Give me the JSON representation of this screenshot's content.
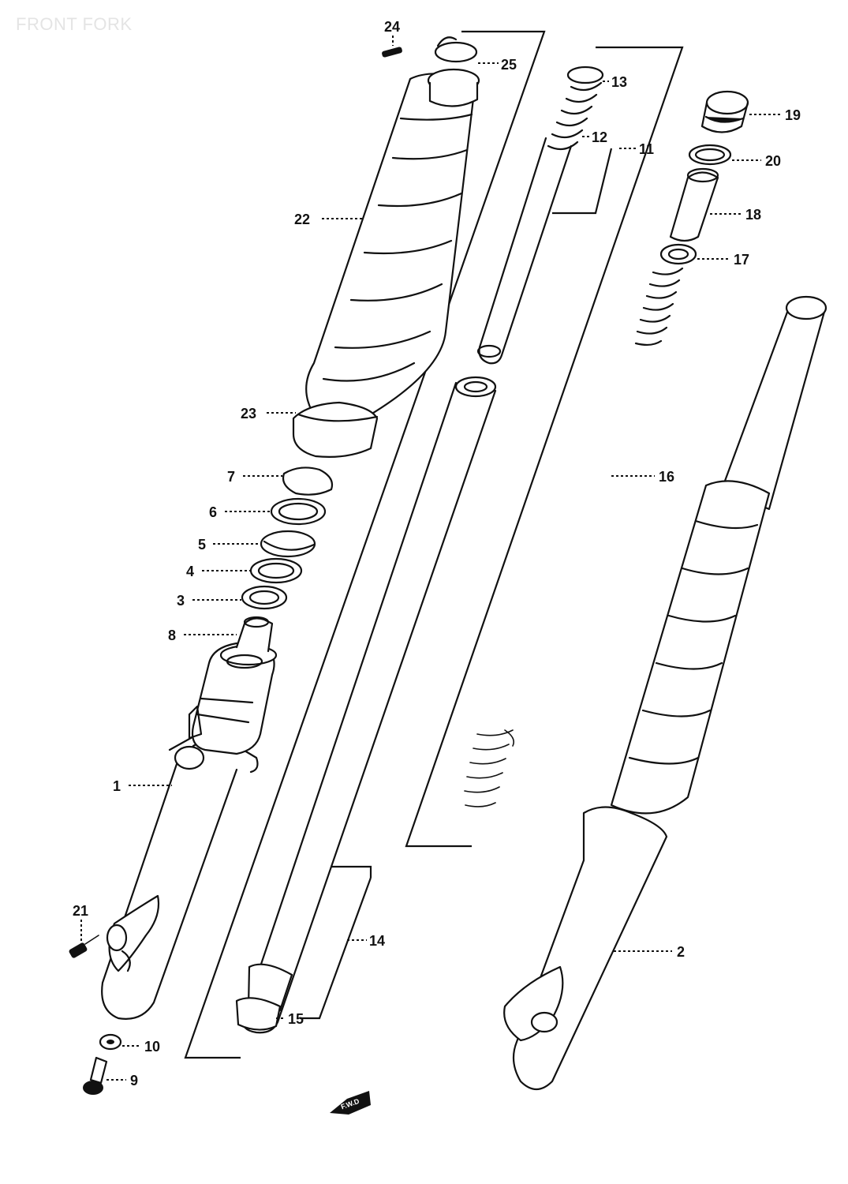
{
  "title": "FRONT FORK",
  "callouts": {
    "p1": "1",
    "p2": "2",
    "p3": "3",
    "p4": "4",
    "p5": "5",
    "p6": "6",
    "p7": "7",
    "p8": "8",
    "p9": "9",
    "p10": "10",
    "p11": "11",
    "p12": "12",
    "p13": "13",
    "p14": "14",
    "p15": "15",
    "p16": "16",
    "p17": "17",
    "p18": "18",
    "p19": "19",
    "p20": "20",
    "p21": "21",
    "p22": "22",
    "p23": "23",
    "p24": "24",
    "p25": "25"
  },
  "arrow_label": "F.W.D"
}
